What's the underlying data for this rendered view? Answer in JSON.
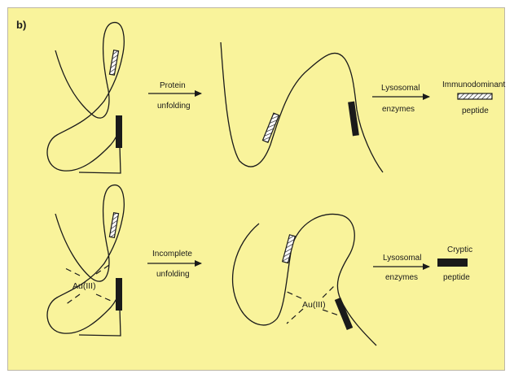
{
  "figure": {
    "panel_label": "b)",
    "colors": {
      "background": "#f9f39b",
      "ink": "#1a1a1a"
    },
    "top_row": {
      "step1": {
        "line1": "Protein",
        "line2": "unfolding"
      },
      "step2": {
        "line1": "Lysosomal",
        "line2": "enzymes"
      },
      "product": {
        "line1": "Immunodominant",
        "line2": "peptide",
        "icon": "hatched-peptide-icon"
      }
    },
    "bottom_row": {
      "metal_left": "Au(III)",
      "metal_right": "Au(III)",
      "step1": {
        "line1": "Incomplete",
        "line2": "unfolding"
      },
      "step2": {
        "line1": "Lysosomal",
        "line2": "enzymes"
      },
      "product": {
        "line1": "Cryptic",
        "line2": "peptide",
        "icon": "solid-peptide-icon"
      }
    }
  }
}
